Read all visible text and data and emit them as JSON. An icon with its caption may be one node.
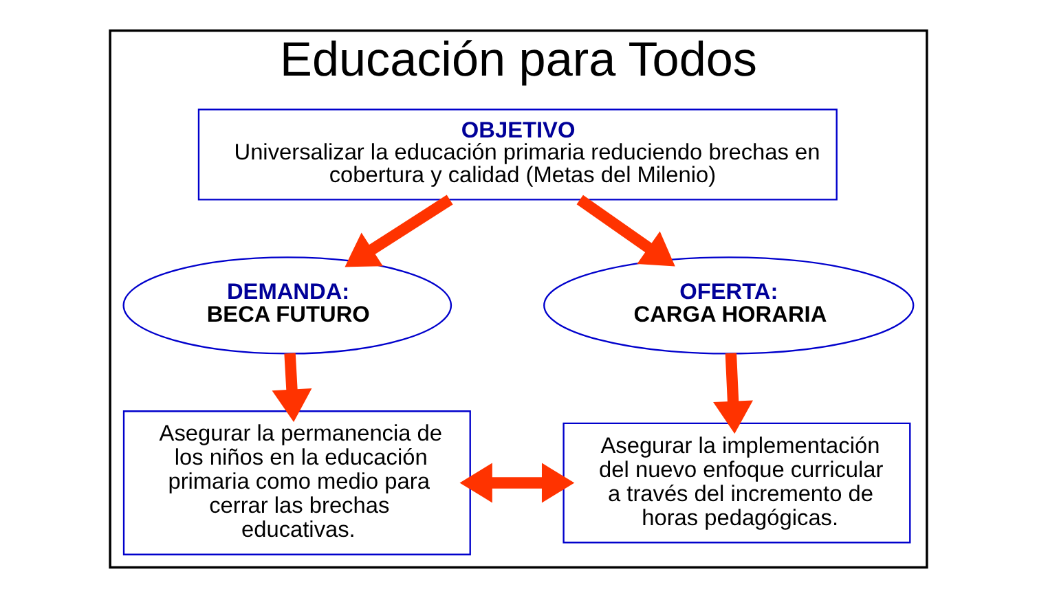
{
  "diagram": {
    "nodes": [
      {
        "text": [
          "Educación para Todos"
        ]
      },
      {
        "text": [
          "OBJETIVO",
          "Universalizar la educación primaria reduciendo brechas en cobertura y calidad (Metas del Milenio)"
        ],
        "in": 0
      },
      {
        "text": [
          "DEMANDA:",
          "BECA FUTURO"
        ],
        "in": 0
      },
      {
        "text": [
          "OFERTA:",
          "CARGA HORARIA"
        ],
        "in": 0
      },
      {
        "text": [
          "Asegurar la permanencia de los niños en la educación primaria como medio para cerrar las brechas educativas."
        ],
        "in": 0
      },
      {
        "text": [
          "Asegurar la implementación del nuevo enfoque curricular a través del incremento de horas pedagógicas."
        ],
        "in": 0
      }
    ],
    "edges": [
      {
        "from": 1,
        "to": 2,
        "arrow": "to",
        "color": "#ff3300"
      },
      {
        "from": 1,
        "to": 3,
        "arrow": "to",
        "color": "#ff3300"
      },
      {
        "from": 2,
        "to": 4,
        "arrow": "to",
        "color": "#ff3300"
      },
      {
        "from": 3,
        "to": 5,
        "arrow": "to",
        "color": "#ff3300"
      },
      {
        "from": 4,
        "to": 5,
        "arrow": "both",
        "color": "#ff3300"
      }
    ]
  }
}
